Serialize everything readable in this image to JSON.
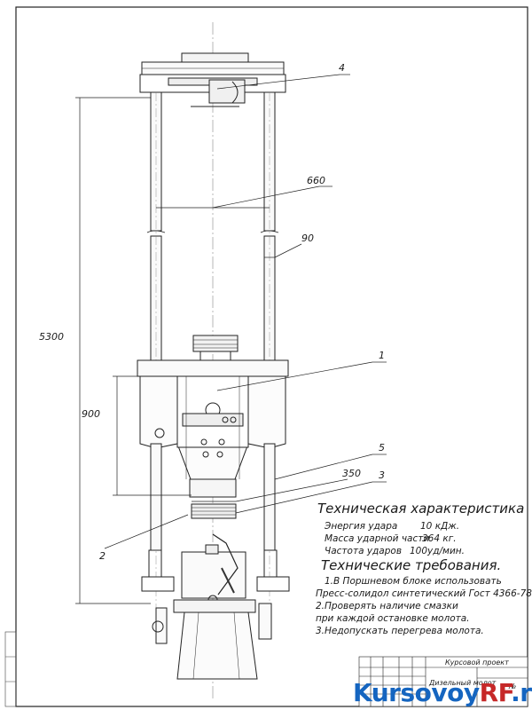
{
  "drawing": {
    "dimensions": {
      "overall_height": "5300",
      "column_spacing": "660",
      "column_diameter": "90",
      "stroke": "900",
      "block_width": "350"
    },
    "callouts": [
      "1",
      "2",
      "3",
      "4",
      "5"
    ]
  },
  "specs": {
    "title": "Техническая характеристика",
    "rows": [
      {
        "label": "Энергия удара",
        "value": "10 кДж."
      },
      {
        "label": "Масса ударной части",
        "value": "364 кг."
      },
      {
        "label": "Частота ударов",
        "value": "100уд/мин."
      }
    ]
  },
  "requirements": {
    "title": "Технические требования.",
    "lines": [
      "1.В Поршневом блоке использовать",
      "Пресс-солидол синтетический Гост 4366-78.",
      "2.Проверять наличие смазки",
      "при каждой остановке молота.",
      "3.Недопускать перегрева молота."
    ]
  },
  "title_block": {
    "project": "Курсовой проект",
    "drawing_name": "Дизельный молот",
    "sheet_no": "№"
  },
  "watermark": {
    "part1": "Kursovoy",
    "part2": "RF",
    "part3": ".ru"
  }
}
